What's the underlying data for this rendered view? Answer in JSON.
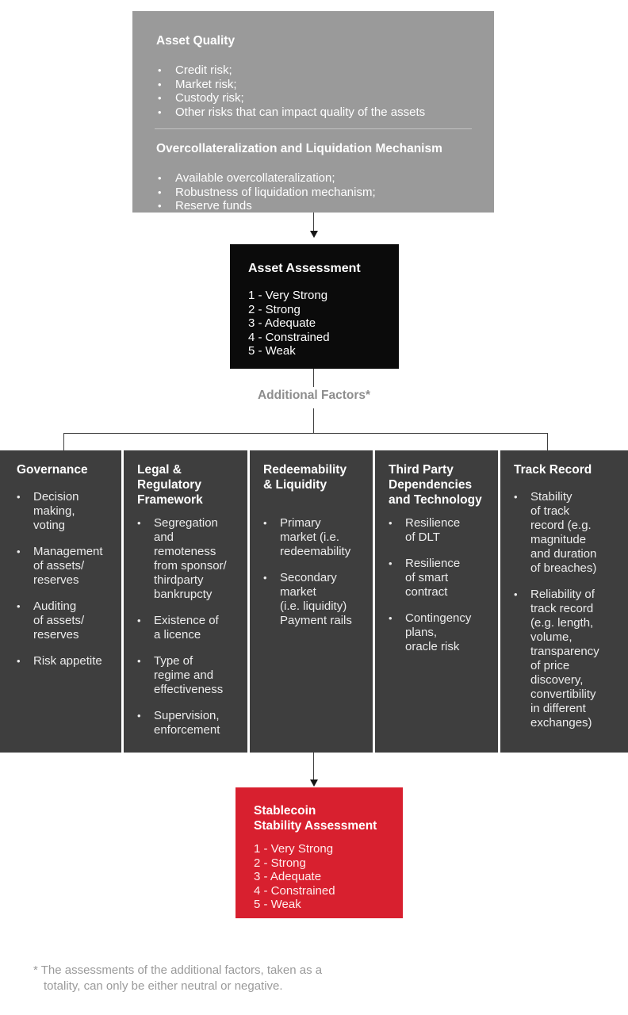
{
  "ui": {
    "bullet": "•"
  },
  "colors": {
    "top_box_gray": "#9a9a9a",
    "assessment_black": "#0b0b0b",
    "factor_column_dark": "#3e3e3e",
    "stablecoin_red": "#d8202f",
    "connector_line": "#3f3f3f",
    "muted_label": "#8d8d8d"
  },
  "top_box": {
    "section1_title": "Asset Quality",
    "section1_items": [
      "Credit risk;",
      "Market risk;",
      "Custody risk;",
      "Other risks that can impact quality of the assets"
    ],
    "section2_title": "Overcollateralization and Liquidation Mechanism",
    "section2_items": [
      "Available overcollateralization;",
      "Robustness of liquidation mechanism;",
      "Reserve funds"
    ]
  },
  "asset_assessment": {
    "title": "Asset Assessment",
    "scale": [
      "1 - Very Strong",
      "2 - Strong",
      "3 - Adequate",
      "4 - Constrained",
      "5 - Weak"
    ]
  },
  "additional_factors_label": "Additional Factors*",
  "factor_columns": [
    {
      "title": "Governance",
      "items": [
        "Decision\nmaking,\nvoting",
        "Management\nof assets/\nreserves",
        "Auditing\nof assets/\nreserves",
        "Risk appetite"
      ]
    },
    {
      "title": "Legal &\nRegulatory\nFramework",
      "items": [
        "Segregation\nand\nremoteness\nfrom sponsor/\nthirdparty\nbankrupcty",
        "Existence of\na licence",
        "Type of\nregime and\neffectiveness",
        "Supervision,\nenforcement"
      ]
    },
    {
      "title": "Redeemability\n& Liquidity",
      "items": [
        "Primary\nmarket (i.e.\nredeemability",
        "Secondary\nmarket\n(i.e. liquidity)\nPayment rails"
      ]
    },
    {
      "title": "Third Party\nDependencies\nand Technology",
      "items": [
        "Resilience\nof DLT",
        "Resilience\nof smart\ncontract",
        "Contingency\nplans,\noracle risk"
      ]
    },
    {
      "title": "Track Record",
      "items": [
        "Stability\nof track\nrecord (e.g.\nmagnitude\nand duration\nof breaches)",
        "Reliability of\ntrack record\n(e.g. length,\nvolume,\ntransparency\nof price\ndiscovery,\nconvertibility\nin different\nexchanges)"
      ]
    }
  ],
  "stablecoin_assessment": {
    "title": "Stablecoin\nStability Assessment",
    "scale": [
      "1 - Very Strong",
      "2 - Strong",
      "3 - Adequate",
      "4 - Constrained",
      "5 - Weak"
    ]
  },
  "footnote": "* The assessments of the additional factors, taken as a\ntotality, can only be either neutral or negative."
}
